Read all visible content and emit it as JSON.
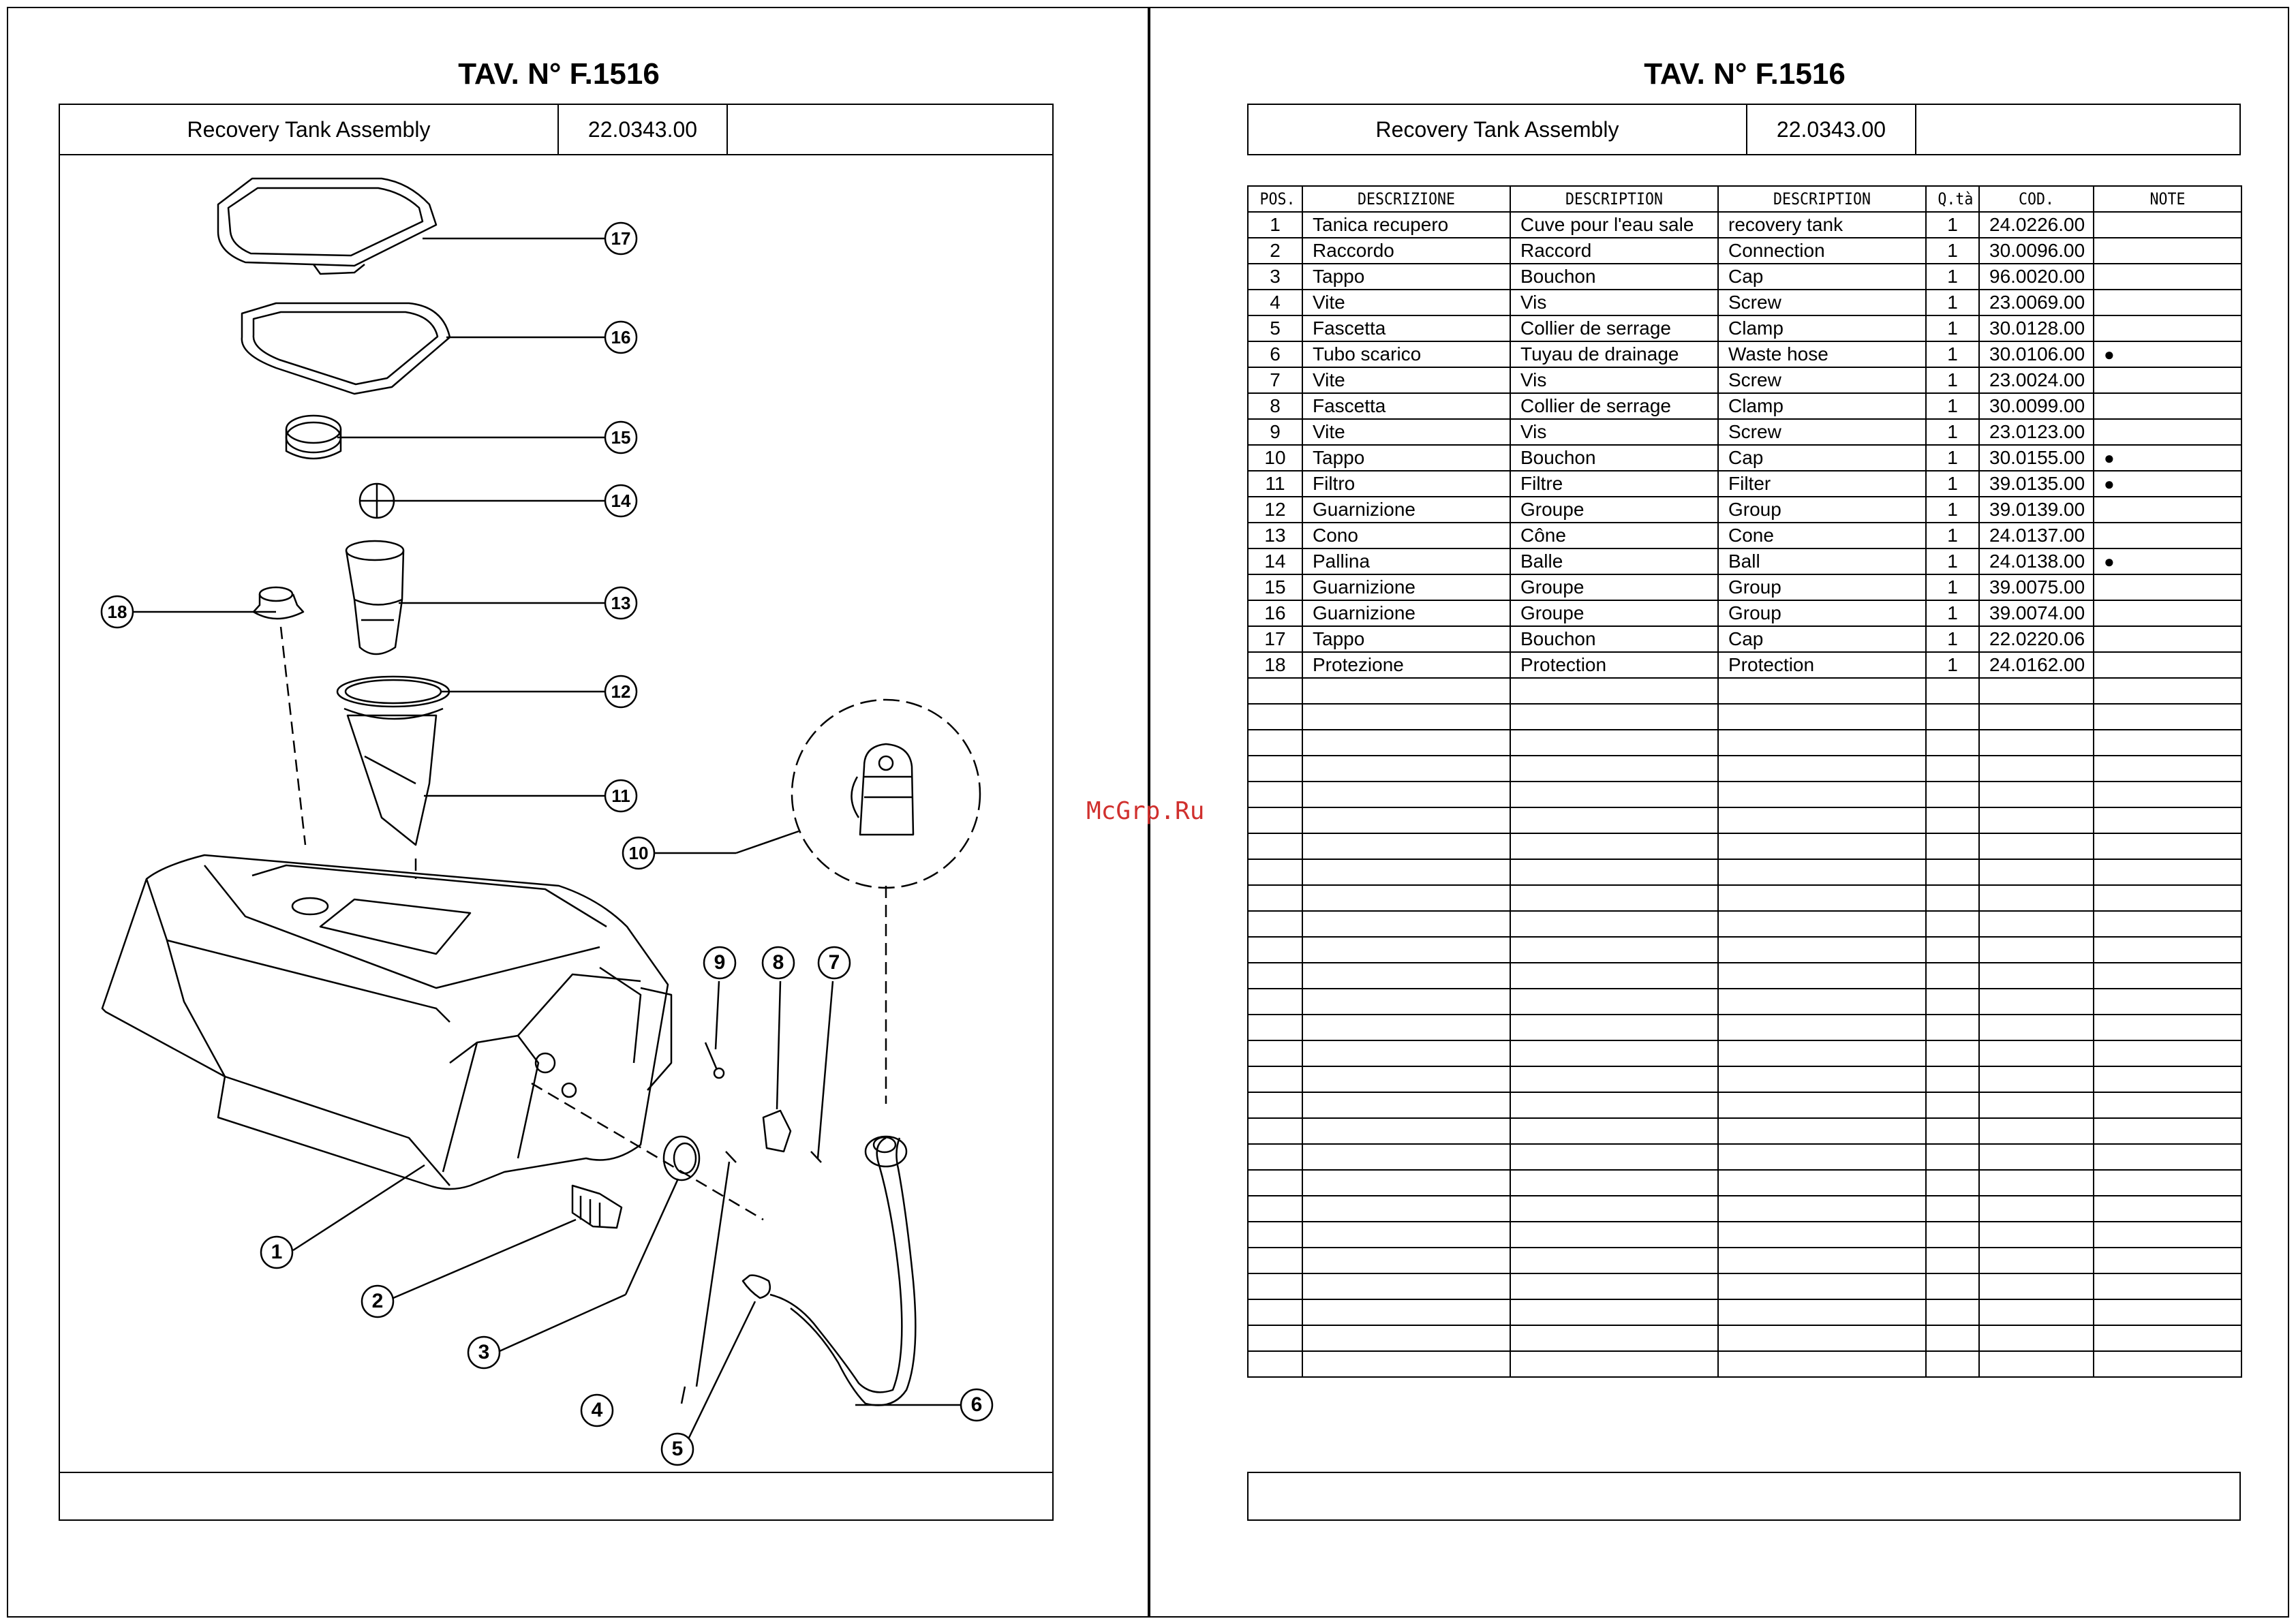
{
  "tav_title": "TAV. N° F.1516",
  "header": {
    "assembly_name": "Recovery Tank Assembly",
    "assembly_code": "22.0343.00",
    "extra": ""
  },
  "watermark": "McGrp.Ru",
  "callouts": [
    "1",
    "2",
    "3",
    "4",
    "5",
    "6",
    "7",
    "8",
    "9",
    "10",
    "11",
    "12",
    "13",
    "14",
    "15",
    "16",
    "17",
    "18"
  ],
  "table": {
    "headers": [
      "POS.",
      "DESCRIZIONE",
      "DESCRIPTION",
      "DESCRIPTION",
      "Q.tà",
      "COD.",
      "NOTE"
    ],
    "rows": [
      {
        "pos": "1",
        "it": "Tanica recupero",
        "fr": "Cuve pour l'eau sale",
        "en": "recovery tank",
        "qty": "1",
        "code": "24.0226.00",
        "note": ""
      },
      {
        "pos": "2",
        "it": "Raccordo",
        "fr": "Raccord",
        "en": "Connection",
        "qty": "1",
        "code": "30.0096.00",
        "note": ""
      },
      {
        "pos": "3",
        "it": "Tappo",
        "fr": "Bouchon",
        "en": "Cap",
        "qty": "1",
        "code": "96.0020.00",
        "note": ""
      },
      {
        "pos": "4",
        "it": "Vite",
        "fr": "Vis",
        "en": "Screw",
        "qty": "1",
        "code": "23.0069.00",
        "note": ""
      },
      {
        "pos": "5",
        "it": "Fascetta",
        "fr": "Collier de serrage",
        "en": "Clamp",
        "qty": "1",
        "code": "30.0128.00",
        "note": ""
      },
      {
        "pos": "6",
        "it": "Tubo scarico",
        "fr": "Tuyau de drainage",
        "en": "Waste hose",
        "qty": "1",
        "code": "30.0106.00",
        "note": "●"
      },
      {
        "pos": "7",
        "it": "Vite",
        "fr": "Vis",
        "en": "Screw",
        "qty": "1",
        "code": "23.0024.00",
        "note": ""
      },
      {
        "pos": "8",
        "it": "Fascetta",
        "fr": "Collier de serrage",
        "en": "Clamp",
        "qty": "1",
        "code": "30.0099.00",
        "note": ""
      },
      {
        "pos": "9",
        "it": "Vite",
        "fr": "Vis",
        "en": "Screw",
        "qty": "1",
        "code": "23.0123.00",
        "note": ""
      },
      {
        "pos": "10",
        "it": "Tappo",
        "fr": "Bouchon",
        "en": "Cap",
        "qty": "1",
        "code": "30.0155.00",
        "note": "●"
      },
      {
        "pos": "11",
        "it": "Filtro",
        "fr": "Filtre",
        "en": "Filter",
        "qty": "1",
        "code": "39.0135.00",
        "note": "●"
      },
      {
        "pos": "12",
        "it": "Guarnizione",
        "fr": "Groupe",
        "en": "Group",
        "qty": "1",
        "code": "39.0139.00",
        "note": ""
      },
      {
        "pos": "13",
        "it": "Cono",
        "fr": "Cône",
        "en": "Cone",
        "qty": "1",
        "code": "24.0137.00",
        "note": ""
      },
      {
        "pos": "14",
        "it": "Pallina",
        "fr": "Balle",
        "en": "Ball",
        "qty": "1",
        "code": "24.0138.00",
        "note": "●"
      },
      {
        "pos": "15",
        "it": "Guarnizione",
        "fr": "Groupe",
        "en": "Group",
        "qty": "1",
        "code": "39.0075.00",
        "note": ""
      },
      {
        "pos": "16",
        "it": "Guarnizione",
        "fr": "Groupe",
        "en": "Group",
        "qty": "1",
        "code": "39.0074.00",
        "note": ""
      },
      {
        "pos": "17",
        "it": "Tappo",
        "fr": "Bouchon",
        "en": "Cap",
        "qty": "1",
        "code": "22.0220.06",
        "note": ""
      },
      {
        "pos": "18",
        "it": "Protezione",
        "fr": "Protection",
        "en": "Protection",
        "qty": "1",
        "code": "24.0162.00",
        "note": ""
      }
    ]
  }
}
